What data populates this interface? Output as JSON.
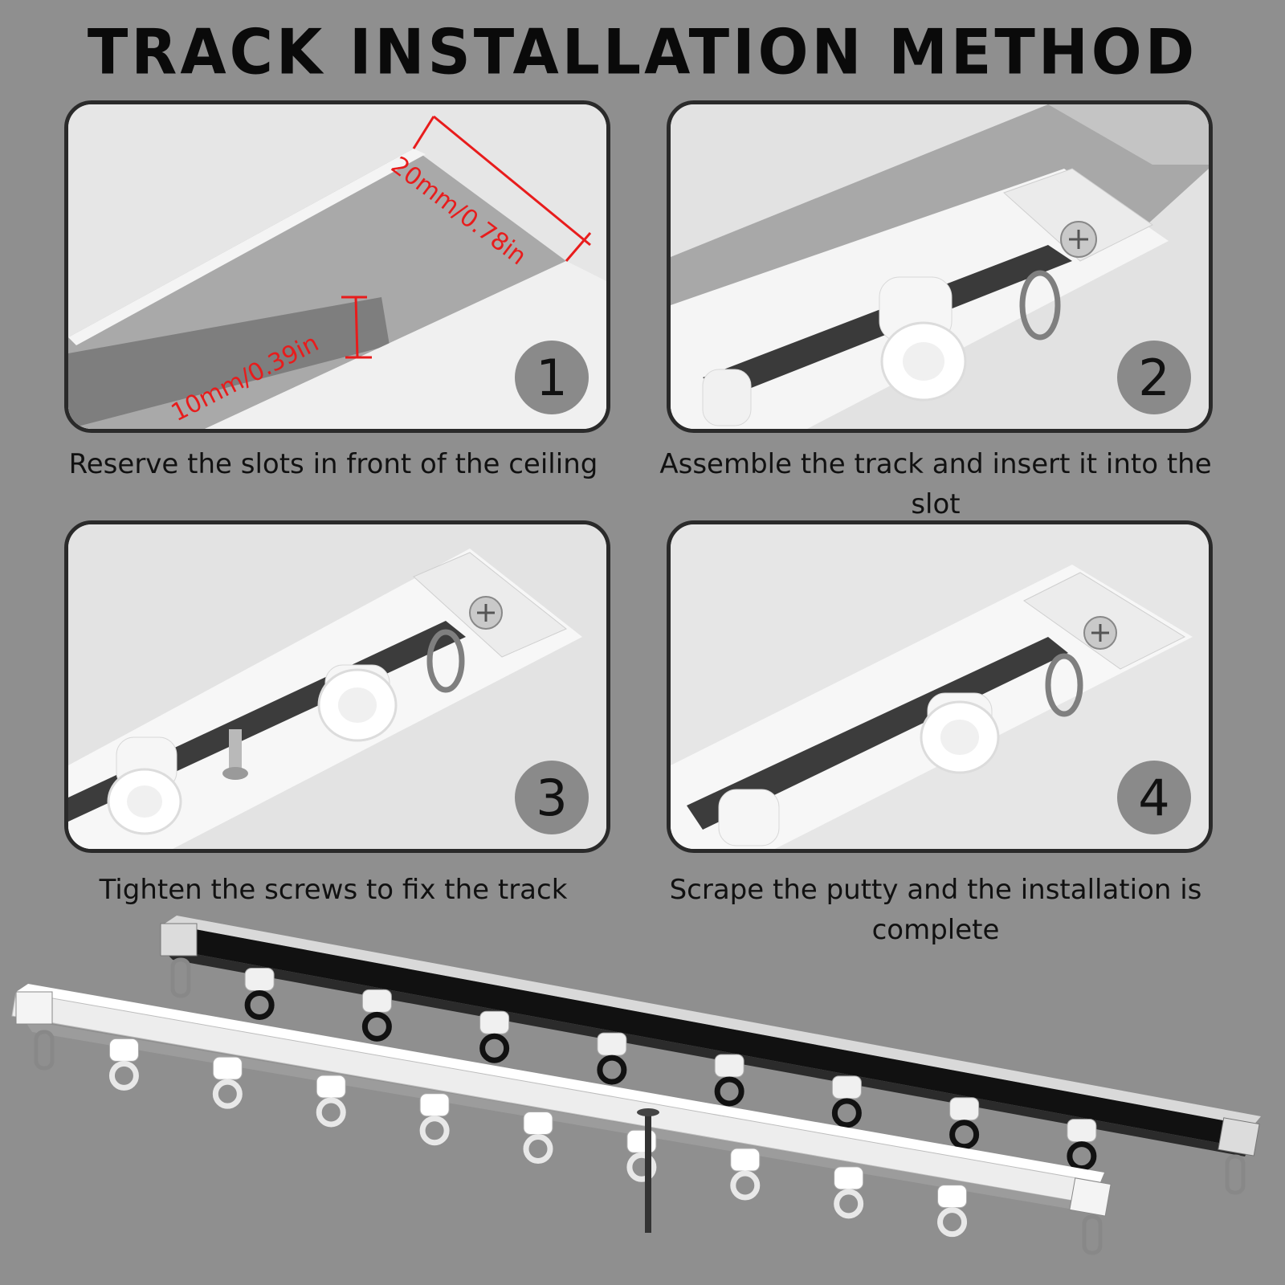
{
  "title": "TRACK INSTALLATION METHOD",
  "colors": {
    "background": "#8f8f8f",
    "dimension_line": "#e81c1c",
    "badge": "#8a8a8a",
    "black_track": "#111111",
    "white_track": "#f2f2f2"
  },
  "steps": [
    {
      "number": "1",
      "caption": "Reserve the slots in front of the ceiling",
      "dim_width": "20mm/0.78in",
      "dim_depth": "10mm/0.39in"
    },
    {
      "number": "2",
      "caption": "Assemble the track and insert it into the slot"
    },
    {
      "number": "3",
      "caption": "Tighten the screws to fix the track"
    },
    {
      "number": "4",
      "caption": "Scrape the putty and the installation is complete"
    }
  ],
  "product_tracks": [
    {
      "color": "black",
      "runner_count": 8
    },
    {
      "color": "white",
      "runner_count": 9
    }
  ]
}
